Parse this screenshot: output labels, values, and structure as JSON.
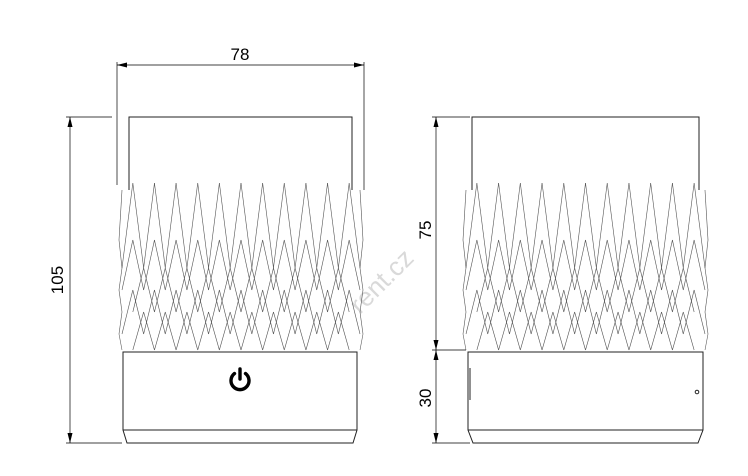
{
  "dimensions": {
    "width_label": "78",
    "height_label": "105",
    "top_section_label": "75",
    "base_section_label": "30"
  },
  "watermark": "rent.cz",
  "icons": {
    "power": "power-icon"
  },
  "colors": {
    "line": "#000000",
    "watermark": "#d9d9d9"
  }
}
